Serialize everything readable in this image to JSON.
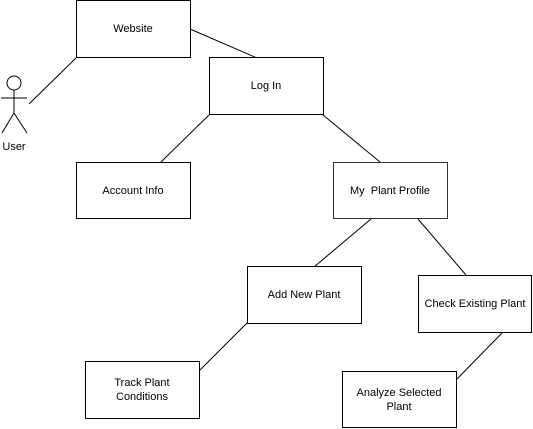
{
  "diagram": {
    "actor": {
      "label": "User"
    },
    "nodes": {
      "website": {
        "label": "Website"
      },
      "login": {
        "label": "Log In"
      },
      "account_info": {
        "label": "Account Info"
      },
      "my_plant_profile": {
        "label": "My  Plant Profile"
      },
      "add_new_plant": {
        "label": "Add New Plant"
      },
      "check_existing_plant": {
        "label": "Check Existing Plant"
      },
      "track_plant_conditions": {
        "lines": [
          "Track Plant",
          "Conditions"
        ]
      },
      "analyze_selected_plant": {
        "lines": [
          "Analyze Selected",
          "Plant"
        ]
      }
    },
    "edges": [
      {
        "from": "User",
        "to": "Website"
      },
      {
        "from": "Website",
        "to": "Log In"
      },
      {
        "from": "Log In",
        "to": "Account Info"
      },
      {
        "from": "Log In",
        "to": "My  Plant Profile"
      },
      {
        "from": "My  Plant Profile",
        "to": "Add New Plant"
      },
      {
        "from": "My  Plant Profile",
        "to": "Check Existing Plant"
      },
      {
        "from": "Add New Plant",
        "to": "Track Plant Conditions"
      },
      {
        "from": "Check Existing Plant",
        "to": "Analyze Selected Plant"
      }
    ]
  }
}
